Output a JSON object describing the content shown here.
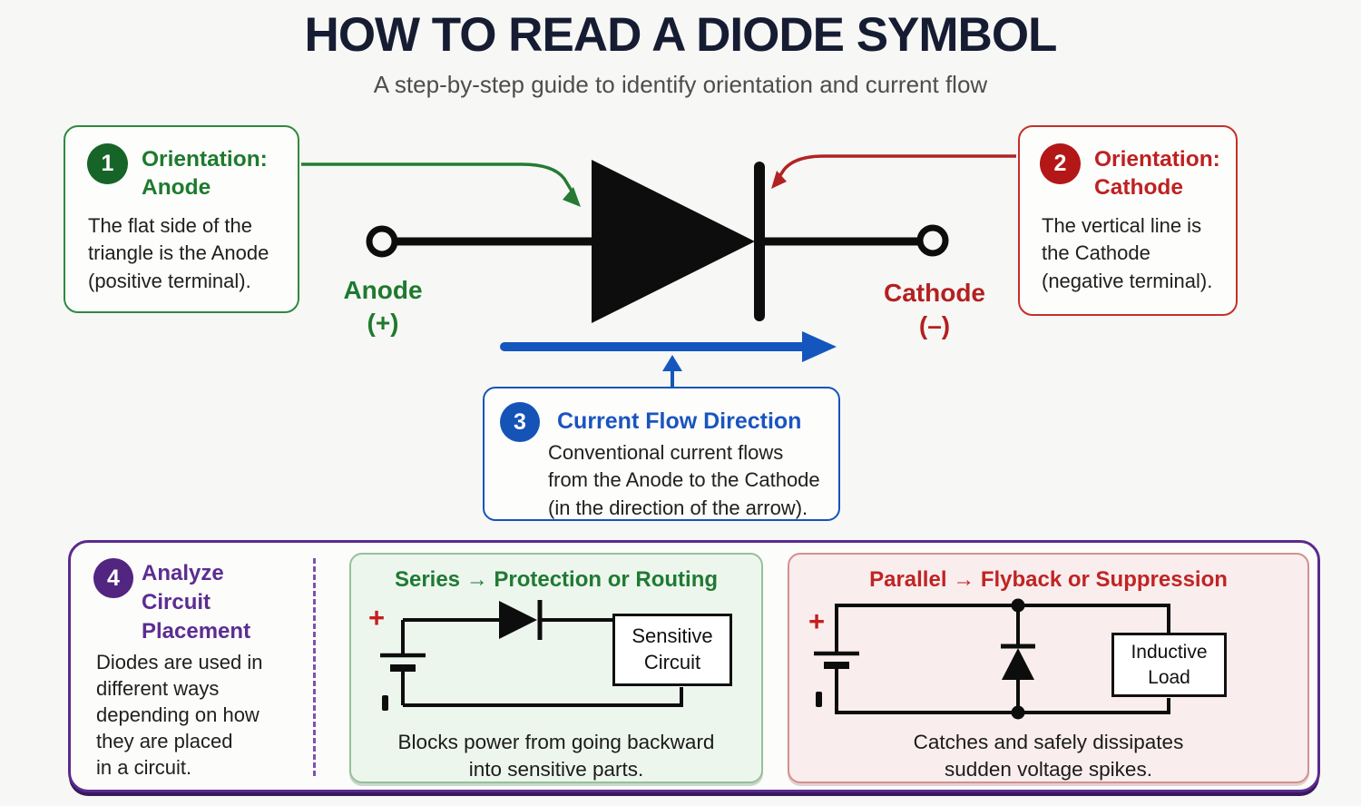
{
  "header": {
    "title": "HOW TO READ A DIODE SYMBOL",
    "subtitle": "A step-by-step guide to identify orientation and current flow"
  },
  "steps": {
    "anode": {
      "number": "1",
      "title": "Orientation:\nAnode",
      "body": "The flat side of the\ntriangle is the Anode\n(positive terminal)."
    },
    "cathode": {
      "number": "2",
      "title": "Orientation:\nCathode",
      "body": "The vertical line is\nthe Cathode\n(negative terminal)."
    },
    "current_flow": {
      "number": "3",
      "title": "Current Flow Direction",
      "body": "Conventional current flows\nfrom the Anode to the Cathode\n(in the direction of the arrow)."
    },
    "placement": {
      "number": "4",
      "title": "Analyze\nCircuit\nPlacement",
      "body": "Diodes are used in\ndifferent ways\ndepending on how\nthey are placed\nin a circuit."
    }
  },
  "diode_labels": {
    "anode": "Anode\n(+)",
    "cathode": "Cathode\n(–)"
  },
  "panels": {
    "series": {
      "title": "Series → Protection or Routing",
      "battery_plus": "+",
      "load_label": "Sensitive\nCircuit",
      "caption": "Blocks power from going backward\ninto sensitive parts."
    },
    "parallel": {
      "title": "Parallel → Flyback or Suppression",
      "battery_plus": "+",
      "load_label": "Inductive\nLoad",
      "caption": "Catches and safely dissipates\nsudden voltage spikes."
    }
  },
  "colors": {
    "green": "#1e7a2e",
    "green_dark": "#176428",
    "red": "#bf2121",
    "red_dark": "#b31717",
    "blue": "#1a54c0",
    "blue_dark": "#1553b7",
    "purple": "#5c2d91",
    "purple_dark": "#512580",
    "ink": "#161c32",
    "wire": "#0d0d0d"
  }
}
